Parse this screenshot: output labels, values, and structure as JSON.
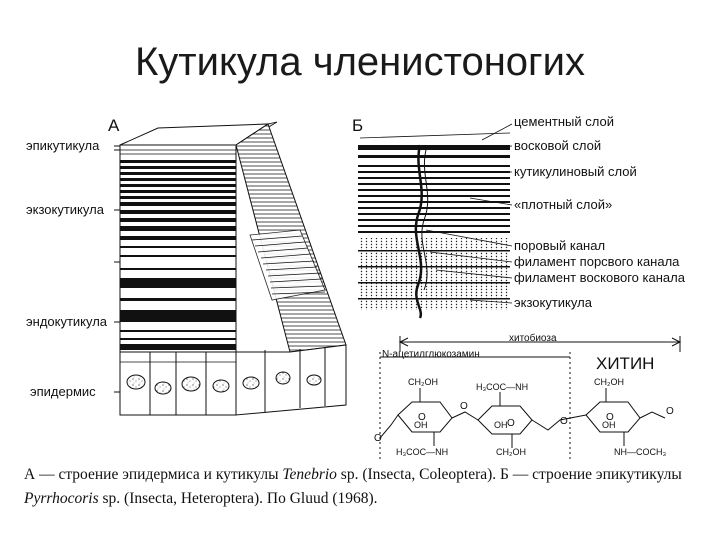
{
  "slide": {
    "title": "Кутикула членистоногих"
  },
  "panel_a": {
    "letter": "А",
    "labels": [
      "эпикутикула",
      "экзокутикула",
      "эндокутикула",
      "эпидермис"
    ]
  },
  "panel_b": {
    "letter": "Б",
    "labels": [
      "цементный слой",
      "восковой слой",
      "кутикулиновый слой",
      "«плотный слой»",
      "поровый канал",
      "филамент порсвого канала",
      "филамент воскового канала",
      "экзокутикула"
    ]
  },
  "chitin": {
    "title": "ХИТИН",
    "unit_label": "хитобиоза",
    "monomer_label": "N-ацетилглюкозамин",
    "groups": [
      "CH₂OH",
      "H₃COC—NH",
      "CH₂OH",
      "H₃COC—NH",
      "CH₂OH",
      "NH—COCH₃",
      "OH",
      "OH",
      "OH"
    ]
  },
  "caption": {
    "part1": "А — строение эпидермиса и кутикулы ",
    "genus1": "Tenebrio",
    "part2": " sp. (Insecta, Coleoptera). Б — строение эпикутикулы ",
    "genus2": "Pyrrhocoris",
    "part3": " sp. (Insecta, Heteroptera). По Gluud (1968)."
  },
  "colors": {
    "ink": "#111111",
    "title": "#1a1a1a",
    "background": "#ffffff"
  }
}
